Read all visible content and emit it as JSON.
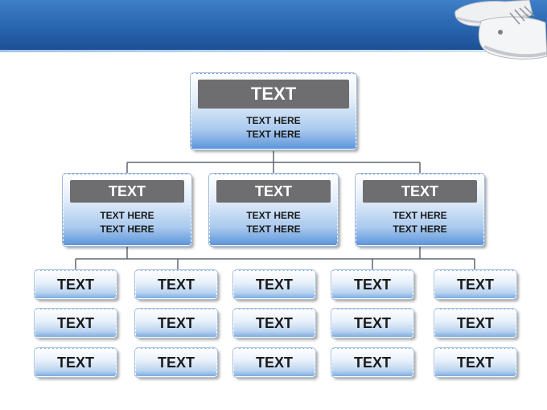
{
  "root": {
    "title": "TEXT",
    "lines": [
      "TEXT HERE",
      "TEXT HERE"
    ]
  },
  "mid": [
    {
      "title": "TEXT",
      "lines": [
        "TEXT HERE",
        "TEXT HERE"
      ]
    },
    {
      "title": "TEXT",
      "lines": [
        "TEXT HERE",
        "TEXT HERE"
      ]
    },
    {
      "title": "TEXT",
      "lines": [
        "TEXT HERE",
        "TEXT HERE"
      ]
    }
  ],
  "leaves": [
    [
      "TEXT",
      "TEXT",
      "TEXT",
      "TEXT",
      "TEXT"
    ],
    [
      "TEXT",
      "TEXT",
      "TEXT",
      "TEXT",
      "TEXT"
    ],
    [
      "TEXT",
      "TEXT",
      "TEXT",
      "TEXT",
      "TEXT"
    ]
  ],
  "colors": {
    "banner": "#2866b0",
    "header_fill": "#6e6e70",
    "box_bottom": "#5c95da"
  }
}
